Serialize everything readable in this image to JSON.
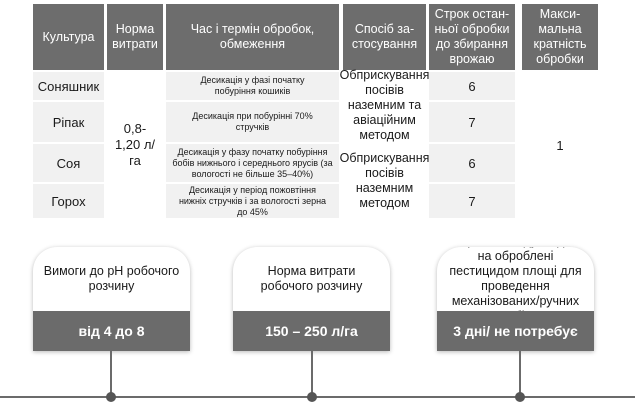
{
  "table": {
    "headers": {
      "crop": "Культура",
      "rate": "Норма витрати",
      "timing": "Час і термін обробок, обмеження",
      "method": "Спосіб за- стосування",
      "harvest_term": "Строк остан- ньої обробки до збирання врожаю",
      "max_treatments": "Макси- мальна кратність обробки"
    },
    "rows": [
      {
        "crop": "Соняшник",
        "harvest_days": "6"
      },
      {
        "crop": "Ріпак",
        "harvest_days": "7"
      },
      {
        "crop": "Соя",
        "harvest_days": "6"
      },
      {
        "crop": "Горох",
        "harvest_days": "7"
      }
    ],
    "rate_value": "0,8-1,20 л/га",
    "timing_notes": [
      "Десикація у фазі початку побуріння кошиків",
      "Десикація при побурінні 70% стручків",
      "Десикація у фазу початку побуріння бобів нижнього і середнього ярусів (за вологості не більше 35–40%)",
      "Десикація у період пожовтіння нижніх стручків і за вологості зерна до 45%"
    ],
    "methods": [
      "Обприскування посівів наземним та авіаційним методом",
      "Обприскування посівів наземним методом"
    ],
    "max_treatments_value": "1"
  },
  "cards": [
    {
      "label": "Вимоги до pH робочого розчину",
      "value": "від 4 до 8"
    },
    {
      "label": "Норма витрати робочого розчину",
      "value": "150 – 250 л/га"
    },
    {
      "label": "Строки виходу людей на оброблені пестицидом площі для проведення механізованих/ручних робіт",
      "value": "3 дні/ не потребує"
    }
  ]
}
